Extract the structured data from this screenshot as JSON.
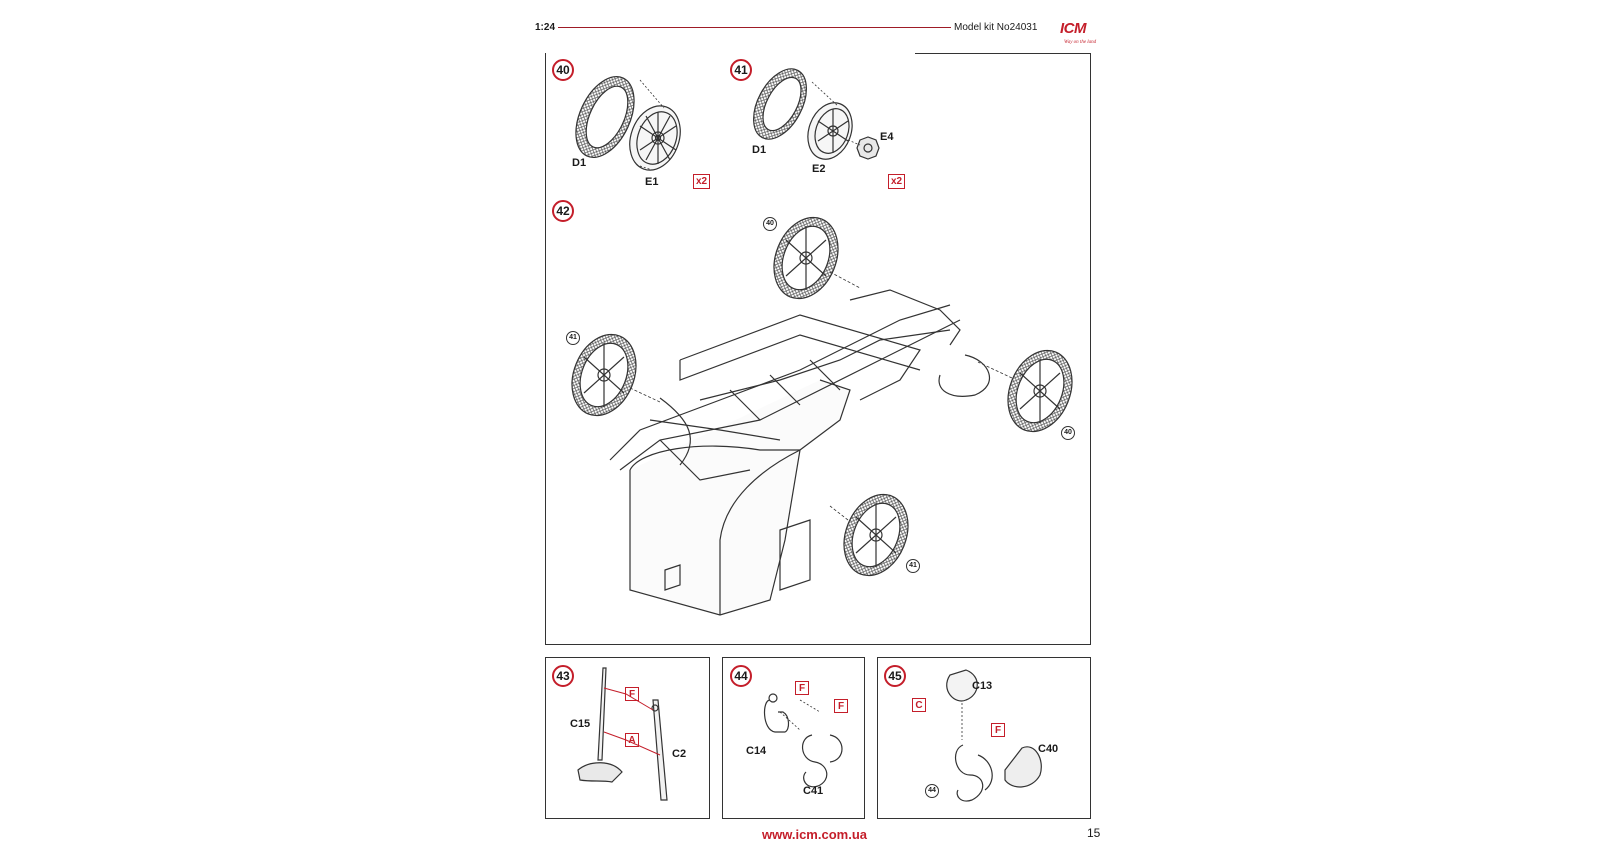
{
  "header": {
    "scale": "1:24",
    "kit_label": "Model kit No24031",
    "logo": {
      "text": "ICM",
      "tagline": "Way on the land",
      "color": "#c41e2a"
    }
  },
  "accent_color": "#c41e2a",
  "steps": [
    {
      "number": "40",
      "parts": [
        "D1",
        "E1"
      ],
      "multiplier": "x2"
    },
    {
      "number": "41",
      "parts": [
        "D1",
        "E2",
        "E4"
      ],
      "multiplier": "x2"
    },
    {
      "number": "42",
      "refs": [
        "40",
        "41",
        "40",
        "41"
      ]
    },
    {
      "number": "43",
      "parts": [
        "C15",
        "C2"
      ],
      "callouts": [
        "F",
        "A"
      ]
    },
    {
      "number": "44",
      "parts": [
        "C14",
        "C41"
      ],
      "callouts": [
        "F",
        "F"
      ]
    },
    {
      "number": "45",
      "parts": [
        "C13",
        "C40"
      ],
      "callouts": [
        "C",
        "F"
      ],
      "refs": [
        "44"
      ]
    }
  ],
  "footer": {
    "url": "www.icm.com.ua",
    "page_number": "15"
  }
}
